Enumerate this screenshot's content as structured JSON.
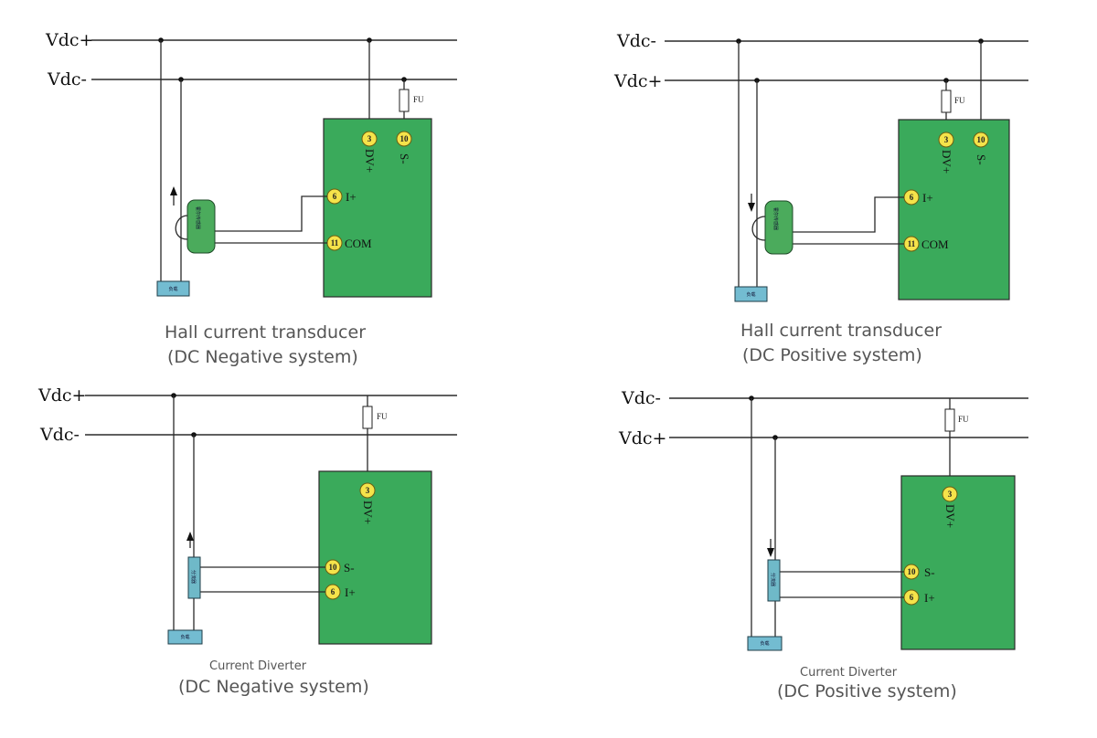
{
  "rails": {
    "top_left": {
      "upper": "Vdc+",
      "lower": "Vdc-"
    },
    "top_right": {
      "upper": "Vdc-",
      "lower": "Vdc+"
    },
    "bottom_left": {
      "upper": "Vdc+",
      "lower": "Vdc-"
    },
    "bottom_right": {
      "upper": "Vdc-",
      "lower": "Vdc+"
    }
  },
  "fuse_label": "FU",
  "load_label": "负载",
  "hall_sensor_label": "霍尔传感器",
  "shunt_label": "分流器",
  "terminals": {
    "t3": "3",
    "dv_plus": "DV+",
    "t10": "10",
    "s_minus": "S-",
    "t6": "6",
    "i_plus": "I+",
    "t11": "11",
    "com": "COM"
  },
  "captions": {
    "top_left": {
      "line1": "Hall current transducer",
      "line2": "(DC Negative system)"
    },
    "top_right": {
      "line1": "Hall current transducer",
      "line2": "(DC Positive system)"
    },
    "bottom_left": {
      "line1": "Current Diverter",
      "line2": "(DC Negative system)"
    },
    "bottom_right": {
      "line1": "Current Diverter",
      "line2": "(DC Positive system)"
    }
  },
  "colors": {
    "module": "#3aaa5b",
    "terminal": "#f5e34a",
    "load": "#73bcd1"
  }
}
